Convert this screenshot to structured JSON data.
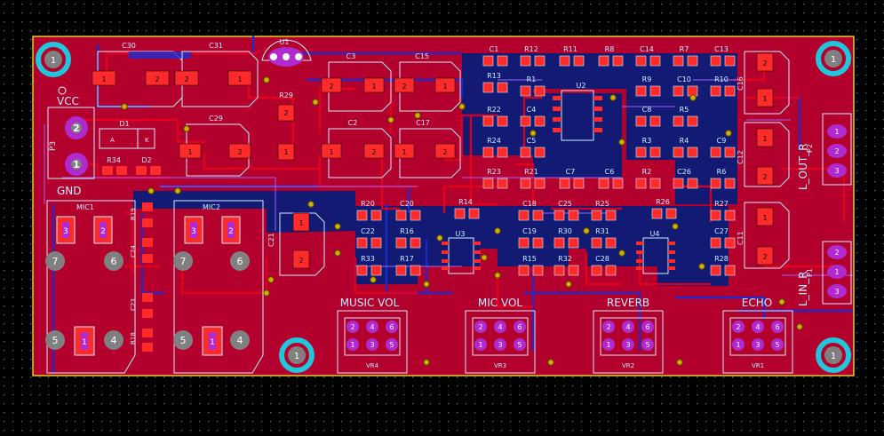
{
  "view": {
    "background": "#000000",
    "grid_dot_color": "#6a6a6a",
    "board_fill": "#b3002d",
    "board_outline": "#ffff33",
    "bottom_layer": "#0b1c78",
    "trace_red": "#e8001c",
    "trace_blue": "#1b2ccf",
    "silk": "#c8f0ff",
    "overlay": "#a060ff",
    "pad": "#ff2b2b",
    "via": "#d0b000",
    "th_ring": "#b02ad0",
    "hole": "#808080",
    "mount_ring": "#21c6dd"
  },
  "labels": {
    "vcc": "VCC",
    "gnd": "GND",
    "music_vol": "MUSIC VOL",
    "mic_vol": "MIC VOL",
    "reverb": "REVERB",
    "echo": "ECHO",
    "l_out_r": "L_OUT_R",
    "l_in_r": "L_IN_R",
    "k_label": "K",
    "a_label": "A"
  },
  "components": {
    "C30": "C30",
    "C31": "C31",
    "U1": "U1",
    "C3": "C3",
    "C15": "C15",
    "C1": "C1",
    "R12": "R12",
    "R11": "R11",
    "R8": "R8",
    "C14": "C14",
    "R7": "R7",
    "C13": "C13",
    "R13": "R13",
    "R1": "R1",
    "U2": "U2",
    "R9": "R9",
    "C10": "C10",
    "R10": "R10",
    "C16": "C16",
    "R29": "R29",
    "C29": "C29",
    "C2": "C2",
    "C17": "C17",
    "R22": "R22",
    "C4": "C4",
    "C8": "C8",
    "R5": "R5",
    "R24": "R24",
    "C5": "C5",
    "R3": "R3",
    "R4": "R4",
    "C9": "C9",
    "C12": "C12",
    "D1": "D1",
    "P3": "P3",
    "R34": "R34",
    "D2": "D2",
    "R23": "R23",
    "R21": "R21",
    "C7": "C7",
    "C6": "C6",
    "R2": "R2",
    "C26": "C26",
    "R6": "R6",
    "MIC1": "MIC1",
    "MIC2": "MIC2",
    "R19": "R19",
    "C24": "C24",
    "C21": "C21",
    "C23": "C23",
    "R18": "R18",
    "R20": "R20",
    "C20": "C20",
    "R14": "R14",
    "C18": "C18",
    "C25": "C25",
    "R25": "R25",
    "R26": "R26",
    "R27": "R27",
    "C22": "C22",
    "R16": "R16",
    "U3": "U3",
    "C19": "C19",
    "R30": "R30",
    "R31": "R31",
    "U4": "U4",
    "C27": "C27",
    "C11": "C11",
    "R33": "R33",
    "R17": "R17",
    "R15": "R15",
    "R32": "R32",
    "C28": "C28",
    "R28": "R28",
    "VR4": "VR4",
    "VR3": "VR3",
    "VR2": "VR2",
    "VR1": "VR1",
    "P2": "P2",
    "P1": "P1"
  },
  "pins": {
    "one": "1",
    "two": "2",
    "three": "3",
    "four": "4",
    "five": "5",
    "six": "6",
    "seven": "7"
  }
}
